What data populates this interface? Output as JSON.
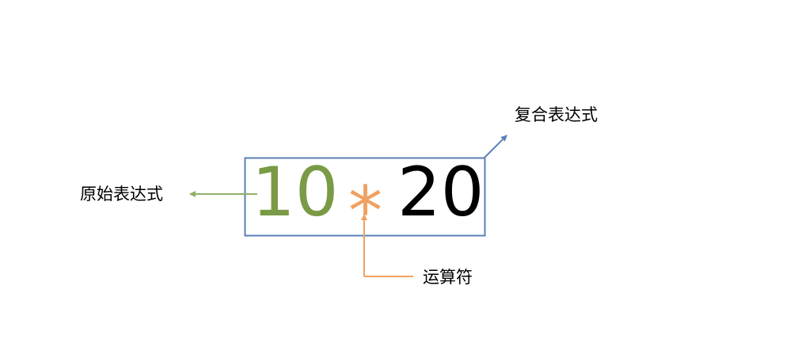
{
  "expression": {
    "operand_left": "10",
    "operator": "*",
    "operand_right": "20"
  },
  "labels": {
    "compound_expression": "复合表达式",
    "primitive_expression": "原始表达式",
    "operator": "运算符"
  },
  "colors": {
    "box_border": "#5b7fb8",
    "operand_left": "#7a9a45",
    "operator": "#f0a060",
    "operand_right": "#000000",
    "arrow_compound": "#5b7fb8",
    "arrow_primitive": "#8fb068",
    "arrow_operator": "#f0a060"
  }
}
